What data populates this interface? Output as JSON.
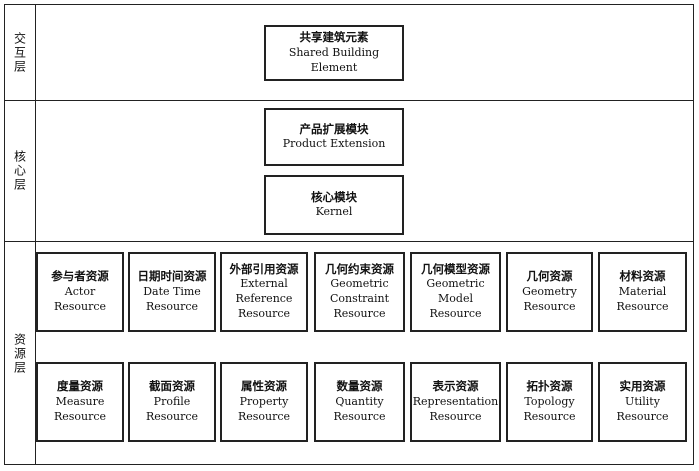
{
  "layers": {
    "interaction": "交互层",
    "core": "核心层",
    "resource": "资源层"
  },
  "interaction_boxes": [
    {
      "zh": "共享建筑元素",
      "en": "Shared Building Element"
    }
  ],
  "core_boxes": [
    {
      "zh": "产品扩展模块",
      "en": "Product Extension"
    },
    {
      "zh": "核心模块",
      "en": "Kernel"
    }
  ],
  "resource_row1": [
    {
      "zh": "参与者资源",
      "en": "Actor Resource"
    },
    {
      "zh": "日期时间资源",
      "en": "Date Time\nResource"
    },
    {
      "zh": "外部引用资源",
      "en": "External\nReference\nResource"
    },
    {
      "zh": "几何约束资源",
      "en": "Geometric\nConstraint\nResource"
    },
    {
      "zh": "几何模型资源",
      "en": "Geometric\nModel Resource"
    },
    {
      "zh": "几何资源",
      "en": "Geometry\nResource"
    },
    {
      "zh": "材料资源",
      "en": "Material\nResource"
    }
  ],
  "resource_row2": [
    {
      "zh": "度量资源",
      "en": "Measure\nResource"
    },
    {
      "zh": "截面资源",
      "en": "Profile Resource"
    },
    {
      "zh": "属性资源",
      "en": "Property\nResource"
    },
    {
      "zh": "数量资源",
      "en": "Quantity\nResource"
    },
    {
      "zh": "表示资源",
      "en": "Representation\nResource"
    },
    {
      "zh": "拓扑资源",
      "en": "Topology\nResource"
    },
    {
      "zh": "实用资源",
      "en": "Utility Resource"
    }
  ]
}
